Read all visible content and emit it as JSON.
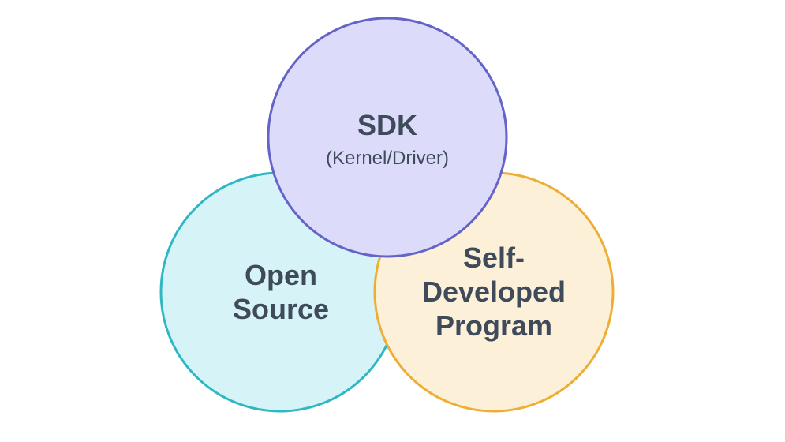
{
  "diagram": {
    "circles": {
      "sdk": {
        "title": "SDK",
        "subtitle": "(Kernel/Driver)",
        "fill": "#dcdcfa",
        "stroke": "#6464c8"
      },
      "open_source": {
        "line1": "Open",
        "line2": "Source",
        "fill": "#d6f4f8",
        "stroke": "#2fb7c4"
      },
      "self_developed": {
        "line1": "Self-",
        "line2": "Developed",
        "line3": "Program",
        "fill": "#fdf0d9",
        "stroke": "#eeae35"
      }
    }
  }
}
